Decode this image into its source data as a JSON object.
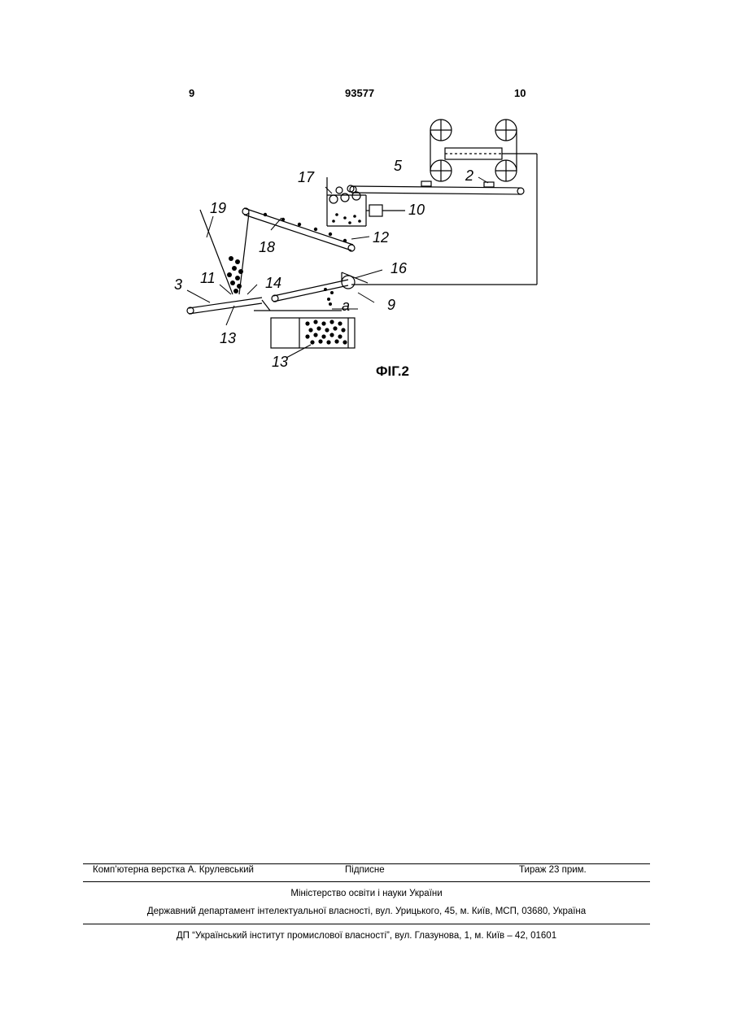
{
  "header": {
    "left_page": "9",
    "patent_number": "93577",
    "right_page": "10"
  },
  "figure": {
    "caption": "ФІГ.2",
    "labels": {
      "l17": "17",
      "l5": "5",
      "l2": "2",
      "l10": "10",
      "l19": "19",
      "l18": "18",
      "l12": "12",
      "l16": "16",
      "l11": "11",
      "l14": "14",
      "l3": "3",
      "l9": "9",
      "la": "a",
      "l13a": "13",
      "l13b": "13"
    }
  },
  "footer": {
    "layout_credit": "Комп’ютерна верстка А. Крулевський",
    "signed": "Підписне",
    "circulation": "Тираж 23 прим.",
    "ministry": "Міністерство освіти і науки України",
    "department": "Державний департамент інтелектуальної власності, вул. Урицького, 45, м. Київ, МСП, 03680, Україна",
    "institute": "ДП “Український інститут промислової власності”, вул. Глазунова, 1, м. Київ – 42, 01601"
  }
}
